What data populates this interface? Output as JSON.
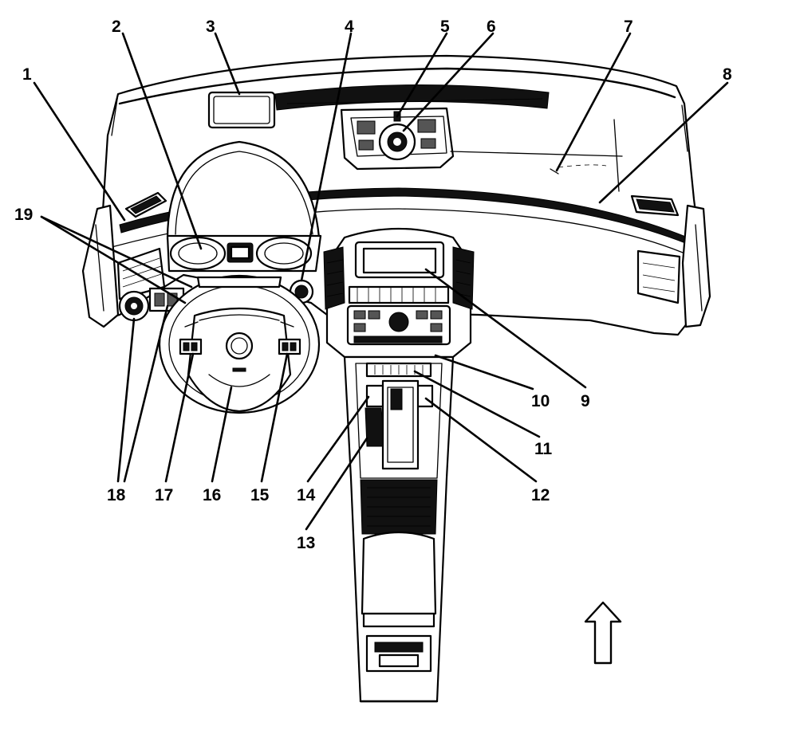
{
  "callouts": [
    {
      "id": "1",
      "label": "1"
    },
    {
      "id": "2",
      "label": "2"
    },
    {
      "id": "3",
      "label": "3"
    },
    {
      "id": "4",
      "label": "4"
    },
    {
      "id": "5",
      "label": "5"
    },
    {
      "id": "6",
      "label": "6"
    },
    {
      "id": "7",
      "label": "7"
    },
    {
      "id": "8",
      "label": "8"
    },
    {
      "id": "9",
      "label": "9"
    },
    {
      "id": "10",
      "label": "10"
    },
    {
      "id": "11",
      "label": "11"
    },
    {
      "id": "12",
      "label": "12"
    },
    {
      "id": "13",
      "label": "13"
    },
    {
      "id": "14",
      "label": "14"
    },
    {
      "id": "15",
      "label": "15"
    },
    {
      "id": "16",
      "label": "16"
    },
    {
      "id": "17",
      "label": "17"
    },
    {
      "id": "18",
      "label": "18"
    },
    {
      "id": "19",
      "label": "19"
    }
  ],
  "orientation_arrow": {
    "icon": "up-arrow-icon",
    "meaning": "vehicle front"
  }
}
